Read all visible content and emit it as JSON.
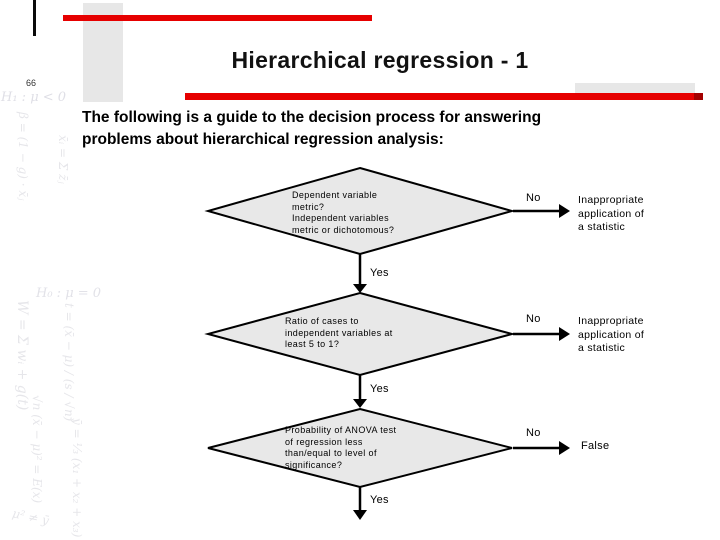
{
  "slide": {
    "number": "66",
    "title": "Hierarchical regression - 1",
    "intro_line1": "The following is a guide to the decision process for answering",
    "intro_line2": "problems about hierarchical regression analysis:"
  },
  "colors": {
    "accent_red": "#e60000",
    "accent_red_dark": "#a30000",
    "decor_gray": "#e7e7e7",
    "diamond_fill": "#e8e8e8",
    "line_black": "#000000"
  },
  "flowchart": {
    "decisions": [
      {
        "text": "Dependent variable\nmetric?\nIndependent variables\nmetric or dichotomous?",
        "yes_label": "Yes",
        "no_label": "No",
        "no_result": "Inappropriate\napplication of\na statistic"
      },
      {
        "text": "Ratio of cases to\nindependent variables at\nleast 5 to 1?",
        "yes_label": "Yes",
        "no_label": "No",
        "no_result": "Inappropriate\napplication of\na statistic"
      },
      {
        "text": "Probability of ANOVA test\nof regression less\nthan/equal to level of\nsignificance?",
        "yes_label": "Yes",
        "no_label": "No",
        "no_result": "False"
      }
    ]
  },
  "watermarks": [
    "H₁ : μ < 0",
    "β = (1 − g) · x̄ⱼ",
    "x̄ᵢ = Σ z̄ⱼ",
    "W = Σ wᵢ + g(t)",
    "H₀ : μ = 0",
    "t = (x̄ − μ) / (s / √n)",
    "√n (x̄ − μ)² = E(x)",
    "ȳ = ⅓ (x₁ + x₂ + x₃)",
    "μ² ≠ ȳ"
  ]
}
